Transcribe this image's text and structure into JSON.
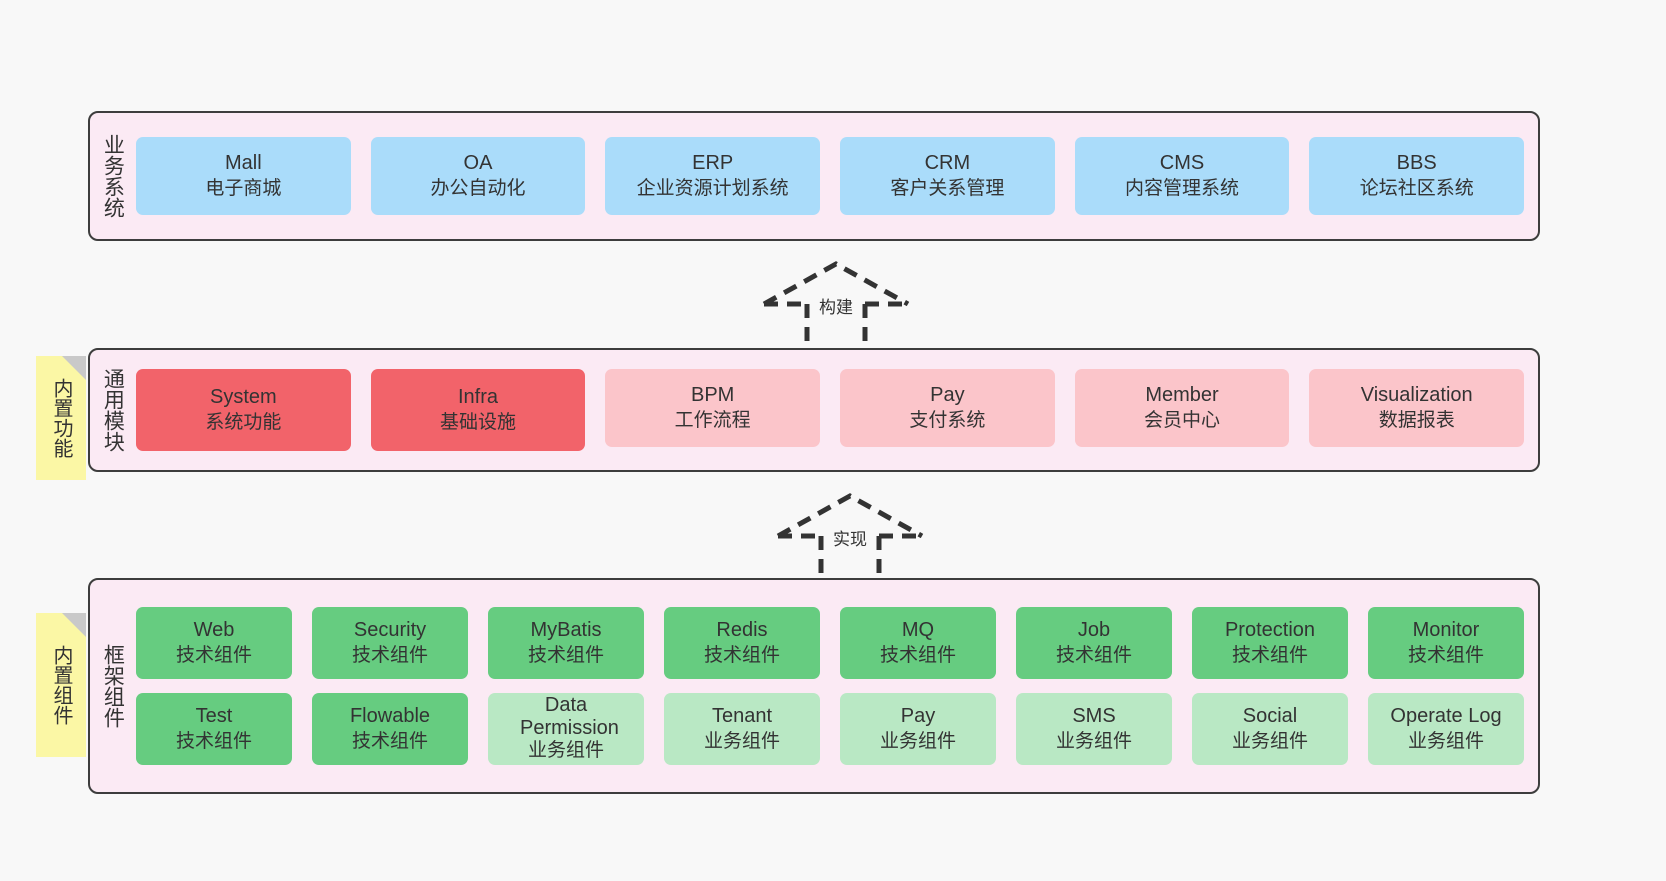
{
  "diagram": {
    "background_color": "#f8f8f8",
    "band_color": "#fbeaf4",
    "band_border_color": "#3d3d3d",
    "sticky_color": "#fbf7a5"
  },
  "layers": {
    "business": {
      "title": "业务系统",
      "cards": [
        {
          "name": "Mall",
          "sub": "电子商城",
          "color": "#aadcfa"
        },
        {
          "name": "OA",
          "sub": "办公自动化",
          "color": "#aadcfa"
        },
        {
          "name": "ERP",
          "sub": "企业资源计划系统",
          "color": "#aadcfa"
        },
        {
          "name": "CRM",
          "sub": "客户关系管理",
          "color": "#aadcfa"
        },
        {
          "name": "CMS",
          "sub": "内容管理系统",
          "color": "#aadcfa"
        },
        {
          "name": "BBS",
          "sub": "论坛社区系统",
          "color": "#aadcfa"
        }
      ]
    },
    "modules": {
      "title": "通用模块",
      "sticky": "内置功能",
      "cards": [
        {
          "name": "System",
          "sub": "系统功能",
          "color": "#f2636a"
        },
        {
          "name": "Infra",
          "sub": "基础设施",
          "color": "#f2636a"
        },
        {
          "name": "BPM",
          "sub": "工作流程",
          "color": "#fbc5ca"
        },
        {
          "name": "Pay",
          "sub": "支付系统",
          "color": "#fbc5ca"
        },
        {
          "name": "Member",
          "sub": "会员中心",
          "color": "#fbc5ca"
        },
        {
          "name": "Visualization",
          "sub": "数据报表",
          "color": "#fbc5ca"
        }
      ]
    },
    "framework": {
      "title": "框架组件",
      "sticky": "内置组件",
      "row1": [
        {
          "name": "Web",
          "sub": "技术组件",
          "color": "#66cc80"
        },
        {
          "name": "Security",
          "sub": "技术组件",
          "color": "#66cc80"
        },
        {
          "name": "MyBatis",
          "sub": "技术组件",
          "color": "#66cc80"
        },
        {
          "name": "Redis",
          "sub": "技术组件",
          "color": "#66cc80"
        },
        {
          "name": "MQ",
          "sub": "技术组件",
          "color": "#66cc80"
        },
        {
          "name": "Job",
          "sub": "技术组件",
          "color": "#66cc80"
        },
        {
          "name": "Protection",
          "sub": "技术组件",
          "color": "#66cc80"
        },
        {
          "name": "Monitor",
          "sub": "技术组件",
          "color": "#66cc80"
        }
      ],
      "row2": [
        {
          "name": "Test",
          "sub": "技术组件",
          "color": "#66cc80"
        },
        {
          "name": "Flowable",
          "sub": "技术组件",
          "color": "#66cc80"
        },
        {
          "name": "Data Permission",
          "sub": "业务组件",
          "color": "#b9e8c4"
        },
        {
          "name": "Tenant",
          "sub": "业务组件",
          "color": "#b9e8c4"
        },
        {
          "name": "Pay",
          "sub": "业务组件",
          "color": "#b9e8c4"
        },
        {
          "name": "SMS",
          "sub": "业务组件",
          "color": "#b9e8c4"
        },
        {
          "name": "Social",
          "sub": "业务组件",
          "color": "#b9e8c4"
        },
        {
          "name": "Operate Log",
          "sub": "业务组件",
          "color": "#b9e8c4"
        }
      ]
    }
  },
  "arrows": [
    {
      "label": "构建",
      "direction": "up"
    },
    {
      "label": "实现",
      "direction": "up"
    }
  ]
}
